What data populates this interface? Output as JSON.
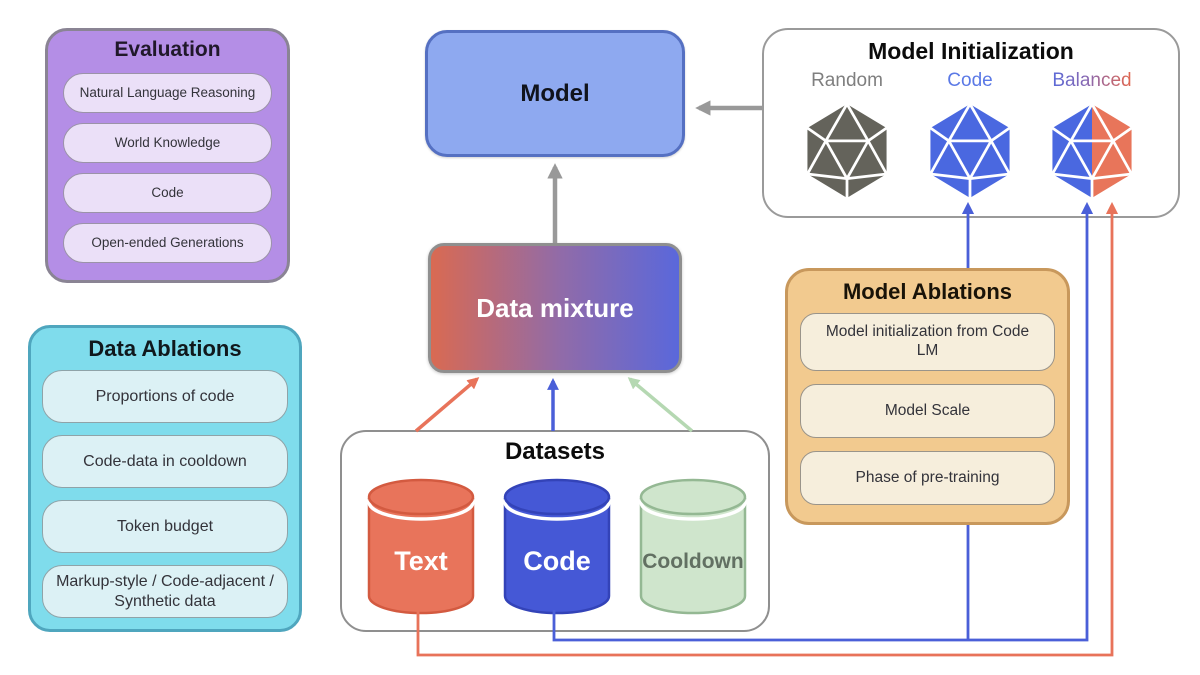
{
  "figure": {
    "description": "Pre-training with code: datasets, data mixture, model initialization and ablations diagram"
  },
  "evaluation": {
    "title": "Evaluation",
    "items": [
      "Natural Language Reasoning",
      "World Knowledge",
      "Code",
      "Open-ended Generations"
    ]
  },
  "data_ablations": {
    "title": "Data Ablations",
    "items": [
      "Proportions of code",
      "Code-data in cooldown",
      "Token budget",
      "Markup-style / Code-adjacent / Synthetic data"
    ]
  },
  "model": {
    "label": "Model"
  },
  "data_mixture": {
    "label": "Data mixture"
  },
  "datasets": {
    "title": "Datasets",
    "cylinders": [
      {
        "label": "Text",
        "color": "#E8745B"
      },
      {
        "label": "Code",
        "color": "#4558D6"
      },
      {
        "label": "Cooldown",
        "color": "#CFE5CC"
      }
    ]
  },
  "model_initialization": {
    "title": "Model Initialization",
    "variants": [
      {
        "label": "Random",
        "color": "#64635B"
      },
      {
        "label": "Code",
        "color": "#4A68E0"
      },
      {
        "label": "Balanced",
        "color_left": "#4A68E0",
        "color_right": "#E8755A"
      }
    ]
  },
  "model_ablations": {
    "title": "Model Ablations",
    "items": [
      "Model initialization from Code LM",
      "Model Scale",
      "Phase of pre-training"
    ]
  },
  "colors": {
    "evaluation_fill": "#B48EE6",
    "evaluation_pill": "#EBE0F8",
    "data_ablations_fill": "#7FDCEC",
    "data_ablations_pill": "#DCF1F5",
    "model_fill": "#8EA9F0",
    "model_border": "#5570C2",
    "mixture_gradient_left": "#D96A52",
    "mixture_gradient_right": "#5A68DB",
    "model_ablations_fill": "#F2CA8F",
    "model_ablations_pill": "#F6EEDC",
    "arrow_gray": "#999999",
    "arrow_orange": "#E8735A",
    "arrow_blue": "#4A5FD8",
    "arrow_green": "#B5D8B2"
  }
}
